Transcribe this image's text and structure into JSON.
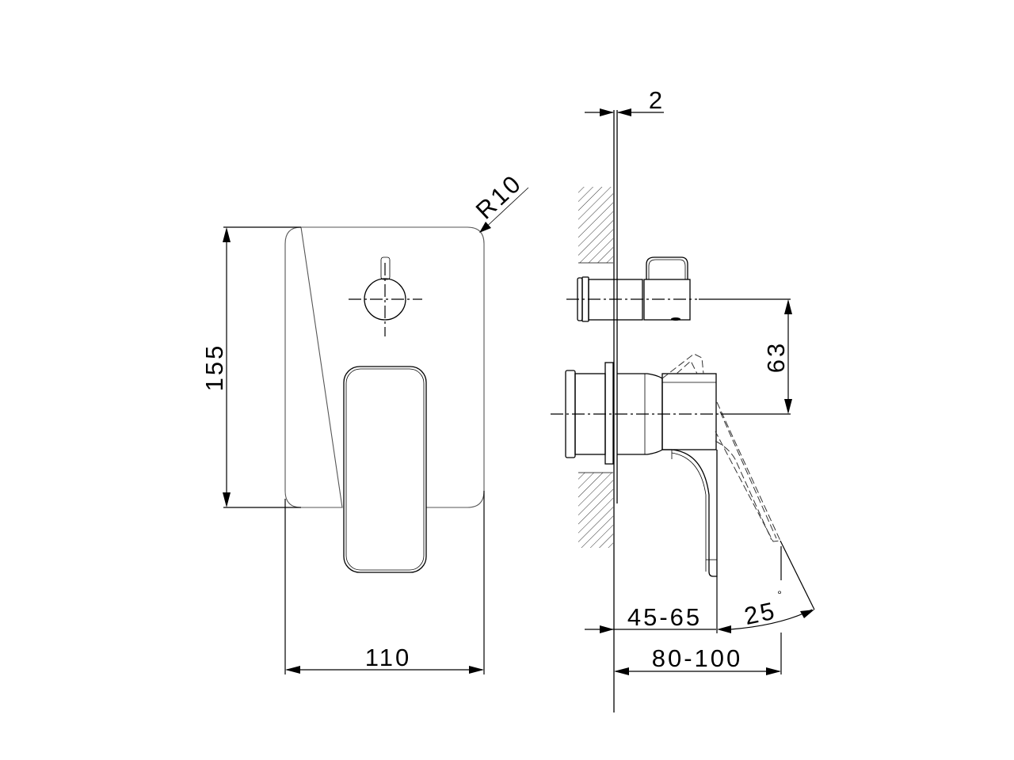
{
  "drawing": {
    "type": "technical-dimension-drawing",
    "subject": "concealed single-lever shower mixer with diverter",
    "line_color": "#000000",
    "background_color": "#ffffff",
    "views": {
      "front": {
        "name": "front-view",
        "dimensions": {
          "height": "155",
          "width": "110",
          "corner_radius": "R10"
        }
      },
      "side": {
        "name": "side-view",
        "dimensions": {
          "plate_thickness": "2",
          "diverter_offset": "63",
          "wall_depth": "45-65",
          "total_depth": "80-100",
          "lever_angle": "25",
          "angle_unit": "°"
        }
      }
    }
  }
}
